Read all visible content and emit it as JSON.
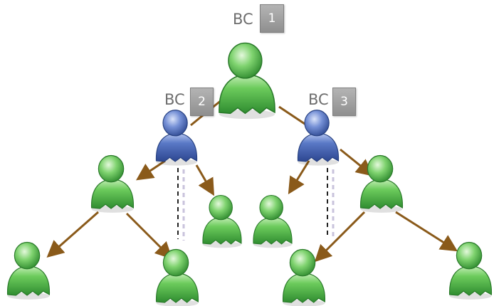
{
  "diagram": {
    "nodes": [
      {
        "id": "bc-1",
        "label": "BC",
        "badge": "1",
        "color": "green"
      },
      {
        "id": "bc-2",
        "label": "BC",
        "badge": "2",
        "color": "blue"
      },
      {
        "id": "bc-3",
        "label": "BC",
        "badge": "3",
        "color": "blue"
      },
      {
        "id": "user-l1",
        "color": "green"
      },
      {
        "id": "user-l2",
        "color": "green"
      },
      {
        "id": "user-r1",
        "color": "green"
      },
      {
        "id": "user-r2",
        "color": "green"
      },
      {
        "id": "user-ll",
        "color": "green"
      },
      {
        "id": "user-lr",
        "color": "green"
      },
      {
        "id": "user-rl",
        "color": "green"
      },
      {
        "id": "user-rr",
        "color": "green"
      }
    ],
    "colors": {
      "green_body": "#4fb84f",
      "green_light": "#a8e6a0",
      "blue_body": "#4a6ab8",
      "blue_light": "#9db4e8",
      "arrow": "#8a5a1a",
      "badge": "#a0a0a0",
      "label_text": "#6e6e6e"
    }
  }
}
